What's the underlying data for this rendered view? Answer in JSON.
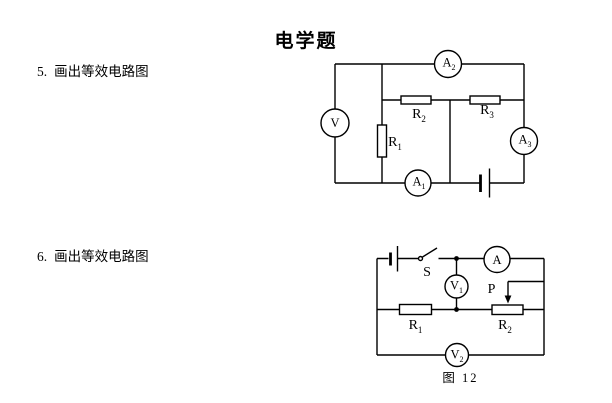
{
  "page": {
    "title": "电学题",
    "problems": [
      {
        "number": "5.",
        "text": "画出等效电路图"
      },
      {
        "number": "6.",
        "text": "画出等效电路图"
      }
    ],
    "figure_caption": "图 12"
  },
  "colors": {
    "ink": "#000000",
    "paper": "#ffffff"
  },
  "circuit1": {
    "labels": {
      "voltmeter": {
        "main": "V"
      },
      "ammeter1": {
        "main": "A",
        "sub": "1"
      },
      "ammeter2": {
        "main": "A",
        "sub": "2"
      },
      "ammeter3": {
        "main": "A",
        "sub": "3"
      },
      "resistor1": {
        "main": "R",
        "sub": "1"
      },
      "resistor2": {
        "main": "R",
        "sub": "2"
      },
      "resistor3": {
        "main": "R",
        "sub": "3"
      }
    }
  },
  "circuit2": {
    "labels": {
      "switch": {
        "main": "S"
      },
      "ammeter": {
        "main": "A"
      },
      "voltmeter1": {
        "main": "V",
        "sub": "1"
      },
      "slider": {
        "main": "P"
      },
      "resistor1": {
        "main": "R",
        "sub": "1"
      },
      "resistor2": {
        "main": "R",
        "sub": "2"
      },
      "voltmeter2": {
        "main": "V",
        "sub": "2"
      }
    }
  }
}
